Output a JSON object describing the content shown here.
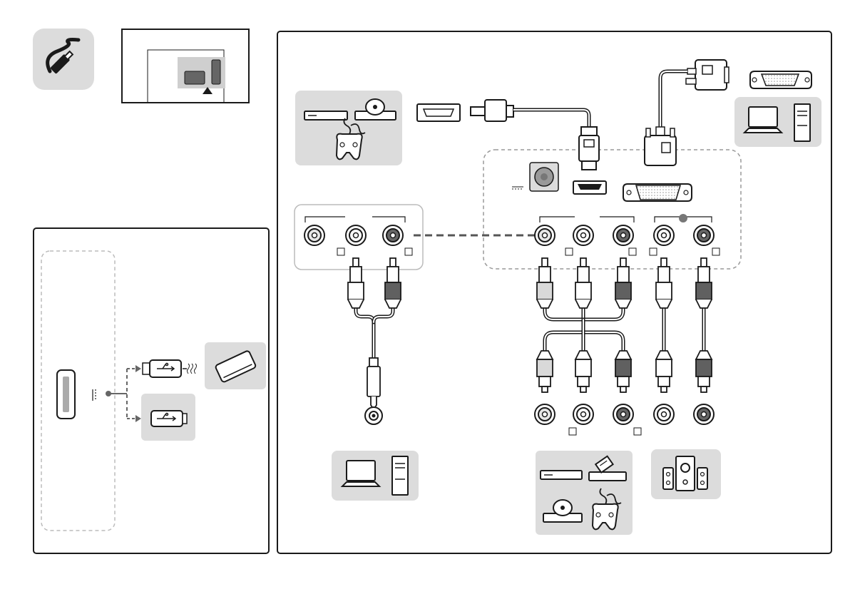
{
  "colors": {
    "line": "#1a1a1a",
    "panel_fill": "#dcdcdc",
    "dark_plug": "#606060",
    "light_plug": "#d9d9d9",
    "white": "#ffffff",
    "jack_ring": "#e6e6e6",
    "jack_dark": "#666666"
  },
  "icons": {
    "power_cable_badge": "power-cable-icon",
    "rear_detail": "side-panel-inset",
    "av_sources": [
      "dvd-player-icon",
      "blu-ray-player-icon",
      "game-controller-icon"
    ],
    "pc": [
      "laptop-icon",
      "desktop-tower-icon"
    ],
    "usb_devices": [
      "external-hdd-icon",
      "usb-flash-drive-icon"
    ],
    "speakers": "speaker-system-icon"
  },
  "cables": [
    "hdmi-cable",
    "vga-cable",
    "rca-audio-cable",
    "component-cable",
    "usb-cable"
  ],
  "ports": [
    "dc-power-jack",
    "hdmi-port",
    "vga-port",
    "av-in-jacks",
    "component-in-jacks",
    "audio-out-jacks",
    "usb-port"
  ]
}
